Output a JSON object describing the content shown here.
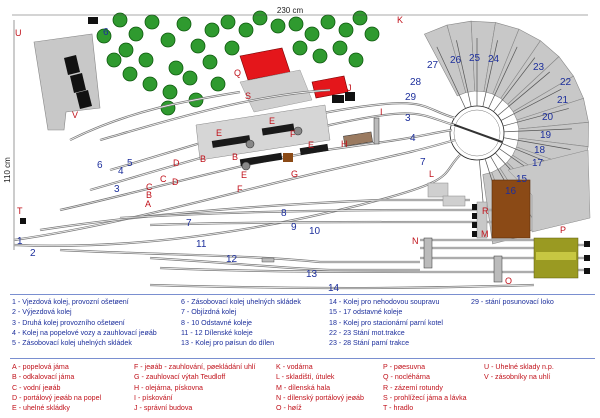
{
  "dims": {
    "width": "230 cm",
    "height": "110 cm"
  },
  "track_numbers": {
    "n1": "1",
    "n2": "2",
    "n3": "3",
    "n4": "4",
    "n5": "5",
    "n6": "6",
    "n7": "7",
    "n8": "8",
    "n9": "9",
    "n10": "10",
    "n11": "11",
    "n12": "12",
    "n13": "13",
    "n14": "14",
    "n15": "15",
    "n16": "16",
    "n17": "17",
    "n18": "18",
    "n19": "19",
    "n20": "20",
    "n21": "21",
    "n22": "22",
    "n23": "23",
    "n24": "24",
    "n25": "25",
    "n26": "26",
    "n27": "27",
    "n28": "28",
    "n29": "29"
  },
  "object_letters": {
    "A": "A",
    "B": "B",
    "C": "C",
    "D": "D",
    "E": "E",
    "F": "F",
    "G": "G",
    "H": "H",
    "I": "I",
    "J": "J",
    "K": "K",
    "L": "L",
    "M": "M",
    "N": "N",
    "O": "O",
    "P": "P",
    "Q": "Q",
    "R": "R",
    "S": "S",
    "T": "T",
    "U": "U",
    "V": "V"
  },
  "legend_tracks": {
    "col1": [
      "1 - Vjezdová kolej, provozní ošetøení",
      "2 - Výjezdová kolej",
      "3 - Druhá kolej provozního ošetøení",
      "4 - Kolej na popelové vozy a zauhlovací jeøáb",
      "5 - Zásobovací kolej uhelných skládek"
    ],
    "col2": [
      "6 - Zásobovací kolej uhelných skládek",
      "7 - Objízdná kolej",
      "8 - 10 Odstavné koleje",
      "11 - 12 Dílenské koleje",
      "13 - Kolej pro pøísun do dílen"
    ],
    "col3": [
      "14 - Kolej pro nehodovou soupravu",
      "15 - 17 odstavné koleje",
      "18 - Kolej pro stacionární parní kotel",
      "22 - 23 Stání mot.trakce",
      "23 - 28 Stání parní trakce"
    ],
    "col4": [
      "29 - stání posunovací loko"
    ]
  },
  "legend_objects": {
    "col1": [
      "A - popelová jáma",
      "B - odkalovací jáma",
      "C - vodní jeøáb",
      "D - portálový jeøáb na popel",
      "E - uhelné skládky"
    ],
    "col2": [
      "F - jeøáb - zauhlování, pøekládání uhlí",
      "G - zauhlovací výtah Teudloff",
      "H - olejárna, pískovna",
      "I - pískování",
      "J - správní budova"
    ],
    "col3": [
      "K - vodárna",
      "L - skladištì, útulek",
      "M - dílenská hala",
      "N - dílenský portálový jeøáb",
      "O - høíž"
    ],
    "col4": [
      "P - pøesuvna",
      "Q - nocléhárna",
      "R - zázemí rotundy",
      "S - prohlížecí jáma a lávka",
      "T - hradlo"
    ],
    "col5": [
      "U - Uhelné sklady n.p.",
      "V - zásobníky na uhlí"
    ]
  },
  "colors": {
    "track_label": "#1d2f9c",
    "object_label": "#c0111a",
    "building": "#c8c8c8",
    "red_roof": "#e4161b",
    "workshop": "#8b4a16",
    "traverser": "#9a9a22",
    "tree": "#2f9a2f"
  }
}
